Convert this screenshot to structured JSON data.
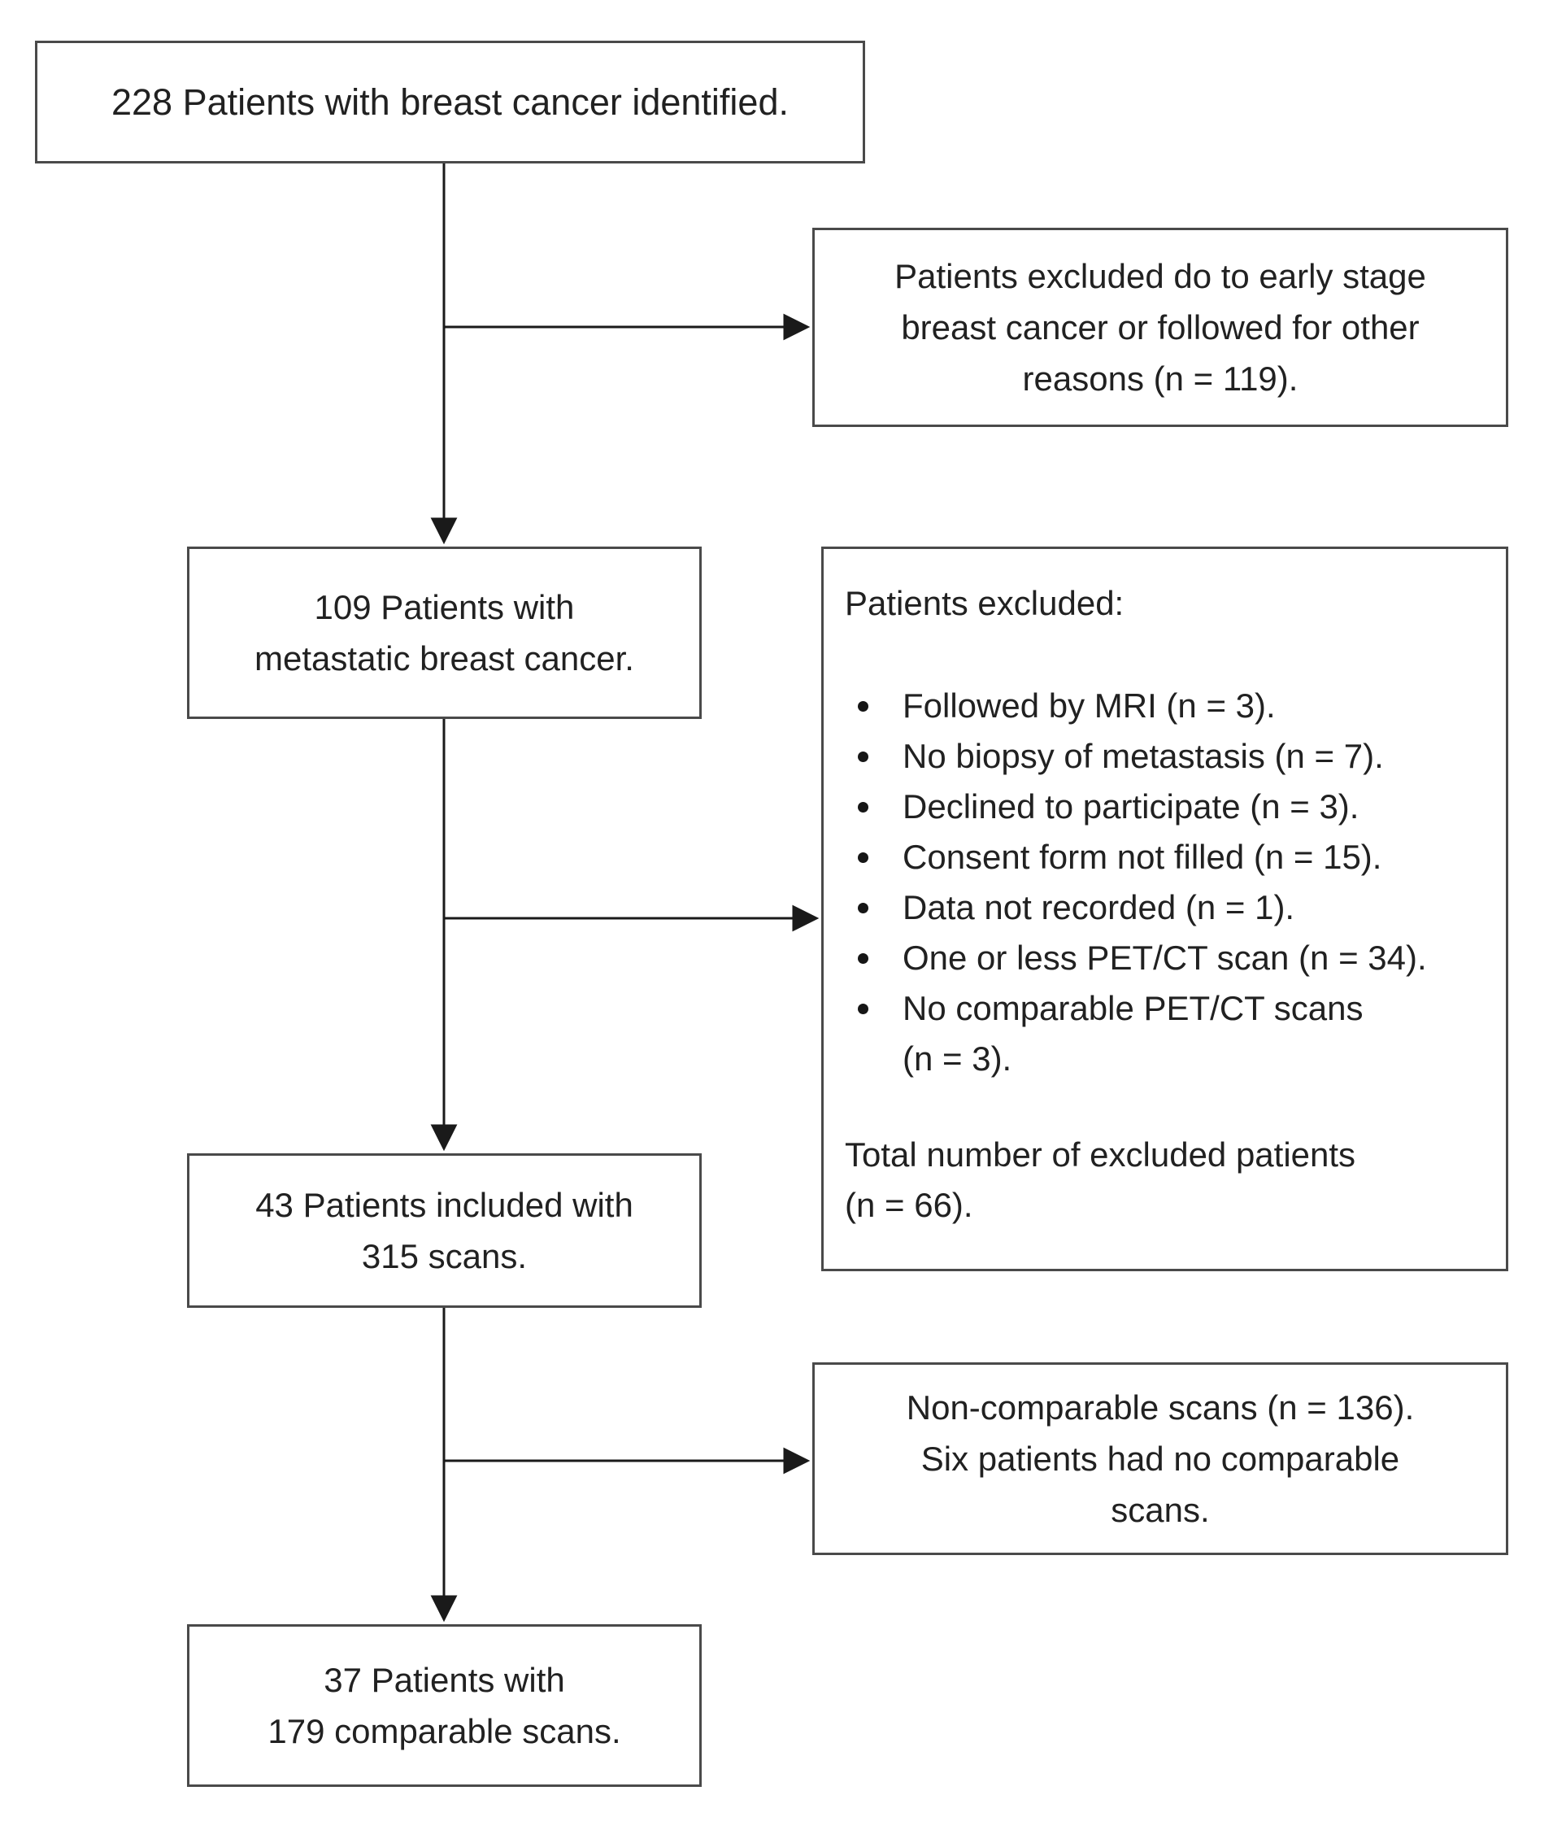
{
  "diagram": {
    "background_color": "#ffffff",
    "box_border_color": "#4a4a4a",
    "text_color": "#212121",
    "arrow_color": "#1a1a1a",
    "boxes": {
      "identified": {
        "text": "228 Patients with breast cancer identified."
      },
      "excluded_early": {
        "text": "Patients excluded do to early stage\nbreast cancer or followed for other\nreasons (n = 119)."
      },
      "metastatic": {
        "text": "109 Patients with\nmetastatic breast cancer."
      },
      "excluded_detail": {
        "heading": "Patients excluded:",
        "bullets": [
          "Followed by MRI (n = 3).",
          "No biopsy of metastasis (n = 7).",
          "Declined to participate (n = 3).",
          "Consent form not filled (n = 15).",
          "Data not recorded (n = 1).",
          "One or less PET/CT scan (n = 34).",
          "No comparable PET/CT scans\n(n = 3)."
        ],
        "total": "Total number of excluded patients\n(n = 66)."
      },
      "included": {
        "text": "43 Patients included with\n315 scans."
      },
      "noncomparable": {
        "text": "Non-comparable scans (n = 136).\nSix patients had no comparable\nscans."
      },
      "final": {
        "text": "37 Patients with\n179 comparable scans."
      }
    }
  }
}
